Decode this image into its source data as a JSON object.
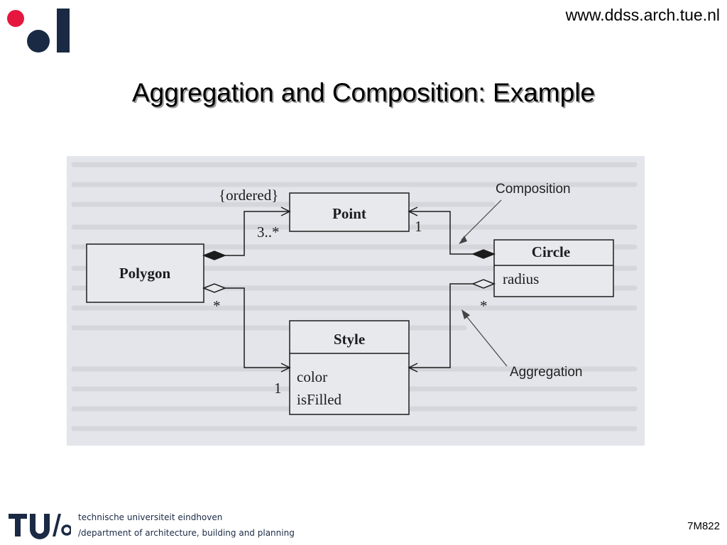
{
  "header": {
    "url": "www.ddss.arch.tue.nl",
    "title": "Aggregation and Composition: Example"
  },
  "diagram": {
    "classes": [
      {
        "name": "Point",
        "attributes": []
      },
      {
        "name": "Polygon",
        "attributes": []
      },
      {
        "name": "Circle",
        "attributes": [
          "radius"
        ]
      },
      {
        "name": "Style",
        "attributes": [
          "color",
          "isFilled"
        ]
      }
    ],
    "constraint": "{ordered}",
    "multiplicities": {
      "polygon_point": "3..*",
      "circle_point": "1",
      "polygon_style": "*",
      "circle_style": "*",
      "style_side": "1"
    },
    "callouts": {
      "composition": "Composition",
      "aggregation": "Aggregation"
    },
    "colors": {
      "figure_background": "#e4e5ea",
      "ink": "#1c1c1c",
      "logo_red": "#e5173f",
      "logo_navy": "#1a2a44"
    }
  },
  "footer": {
    "university": "technische universiteit eindhoven",
    "department": "/department of architecture, building and planning",
    "slide_code": "7M822"
  }
}
